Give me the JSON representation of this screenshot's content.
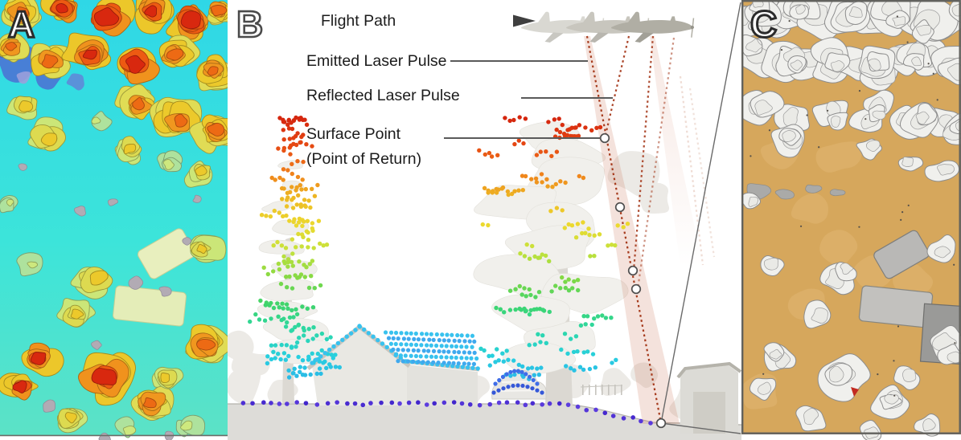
{
  "figure": {
    "type": "lidar-explainer",
    "panel_labels": {
      "a": "A",
      "b": "B",
      "c": "C"
    },
    "annotations": {
      "flight_path": "Flight Path",
      "emitted": "Emitted Laser Pulse",
      "reflected": "Reflected Laser Pulse",
      "surface_point": "Surface Point",
      "surface_point_sub": "(Point of Return)"
    },
    "colors": {
      "label_text": "#1b1b1b",
      "leader_line": "#5a5a5a",
      "laser_dotted": "#a63b1d",
      "laser_beam": "#cf7a5e",
      "panel_a_ground_top": "#2fd7e6",
      "panel_a_ground_bottom": "#5ce2c6",
      "panel_a_water": "#4a74d4",
      "panel_c_ground": "#d6a75c",
      "panel_c_vegetation": "#f0f0ed",
      "panel_c_marker": "#c22a20",
      "roof_points": "#38c2ee",
      "car_points": "#3f6de8",
      "ground_point_dark": "#4226cc",
      "ground_point_light": "#6040e0",
      "height_ramp": [
        "#d5260e",
        "#e64913",
        "#f07d1a",
        "#edba24",
        "#ecd92f",
        "#c4e23c",
        "#84d944",
        "#3fd46b",
        "#2cd8a8",
        "#28cfe0",
        "#2cb4e8"
      ]
    }
  }
}
